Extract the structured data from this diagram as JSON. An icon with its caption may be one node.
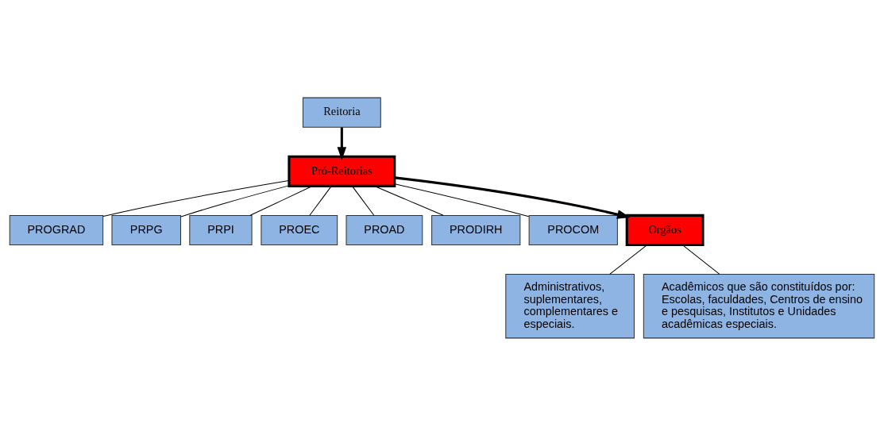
{
  "diagram": {
    "nodes": [
      {
        "text": [
          "Reitoria"
        ]
      },
      {
        "text": [
          "Pró-Reitorias"
        ]
      },
      {
        "text": [
          "PROGRAD"
        ]
      },
      {
        "text": [
          "PRPG"
        ]
      },
      {
        "text": [
          "PRPI"
        ]
      },
      {
        "text": [
          "PROEC"
        ]
      },
      {
        "text": [
          "PROAD"
        ]
      },
      {
        "text": [
          "PRODIRH"
        ]
      },
      {
        "text": [
          "PROCOM"
        ]
      },
      {
        "text": [
          "Orgãos"
        ]
      },
      {
        "text": [
          "Administrativos, suplementares, complementares e especiais."
        ]
      },
      {
        "text": [
          "Acadêmicos que são constituídos por: Escolas, faculdades, Centros de ensino e pesquisas, Institutos e Unidades acadêmicas especiais."
        ]
      }
    ],
    "edges": [
      {
        "from": 0,
        "to": 1,
        "arrow": "to",
        "style": "thick"
      },
      {
        "from": 1,
        "to": 2,
        "arrow": "none"
      },
      {
        "from": 1,
        "to": 3,
        "arrow": "none"
      },
      {
        "from": 1,
        "to": 4,
        "arrow": "none"
      },
      {
        "from": 1,
        "to": 5,
        "arrow": "none"
      },
      {
        "from": 1,
        "to": 6,
        "arrow": "none"
      },
      {
        "from": 1,
        "to": 7,
        "arrow": "none"
      },
      {
        "from": 1,
        "to": 8,
        "arrow": "none"
      },
      {
        "from": 1,
        "to": 9,
        "arrow": "to",
        "style": "thick"
      },
      {
        "from": 9,
        "to": 10,
        "arrow": "none"
      },
      {
        "from": 9,
        "to": 11,
        "arrow": "none"
      }
    ]
  }
}
